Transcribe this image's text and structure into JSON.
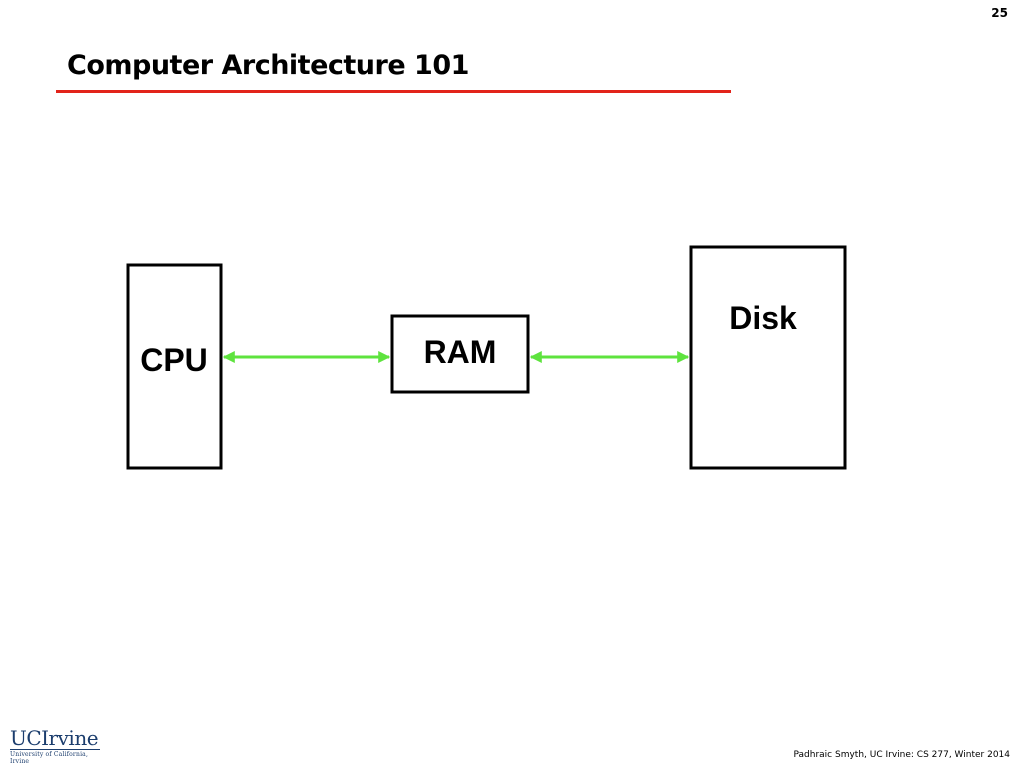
{
  "slide": {
    "number": "25",
    "title": "Computer Architecture 101",
    "accent_color": "#e2231a"
  },
  "diagram": {
    "nodes": [
      {
        "id": "cpu",
        "label": "CPU"
      },
      {
        "id": "ram",
        "label": "RAM"
      },
      {
        "id": "disk",
        "label": "Disk"
      }
    ],
    "edges": [
      {
        "from": "cpu",
        "to": "ram",
        "direction": "bidirectional",
        "color": "#5ee33e"
      },
      {
        "from": "ram",
        "to": "disk",
        "direction": "bidirectional",
        "color": "#5ee33e"
      }
    ]
  },
  "footer": {
    "logo_main": "UCIrvine",
    "logo_sub": "University of California, Irvine",
    "credit": "Padhraic Smyth, UC Irvine: CS 277, Winter 2014"
  }
}
